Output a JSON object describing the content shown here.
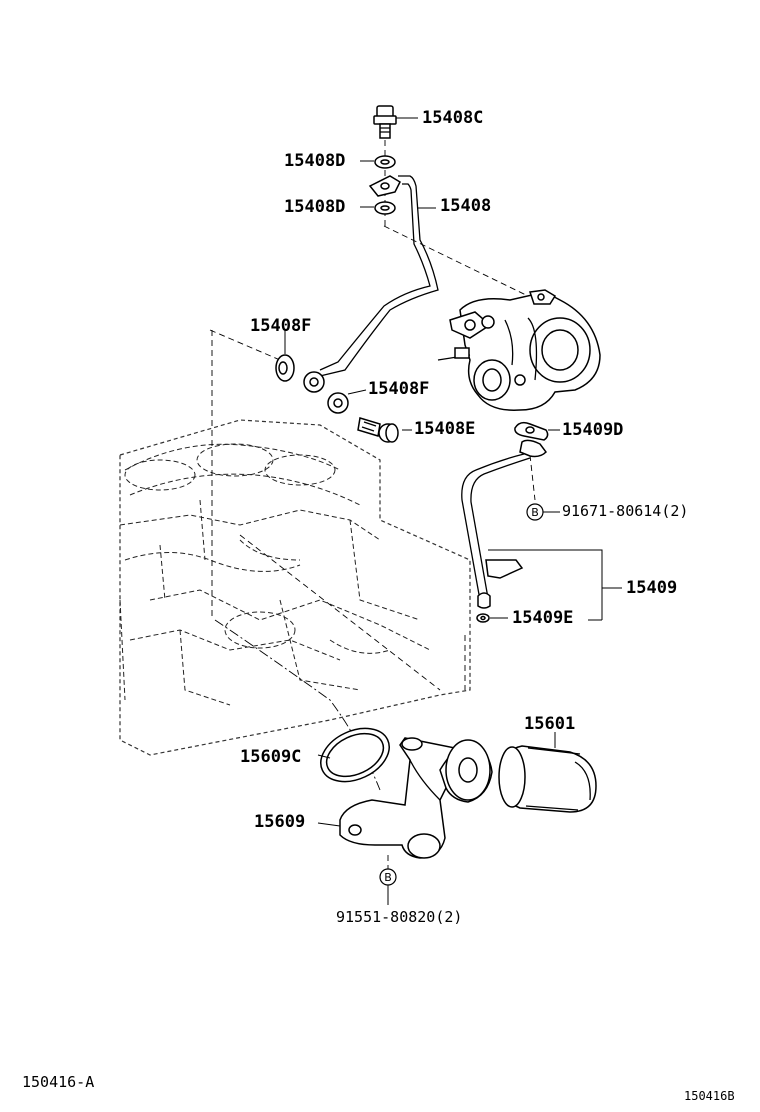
{
  "parts": {
    "p15408C": "15408C",
    "p15408D_top": "15408D",
    "p15408D_bot": "15408D",
    "p15408": "15408",
    "p15408F_left": "15408F",
    "p15408F_right": "15408F",
    "p15408E": "15408E",
    "p15409D": "15409D",
    "p91671": "91671-80614(2)",
    "p15409": "15409",
    "p15409E": "15409E",
    "p15601": "15601",
    "p15609C": "15609C",
    "p15609": "15609",
    "p91551": "91551-80820(2)"
  },
  "ref_markers": {
    "upper": "B",
    "lower": "B"
  },
  "footer": {
    "figure_code": "150416-A",
    "page_code": "150416B"
  }
}
